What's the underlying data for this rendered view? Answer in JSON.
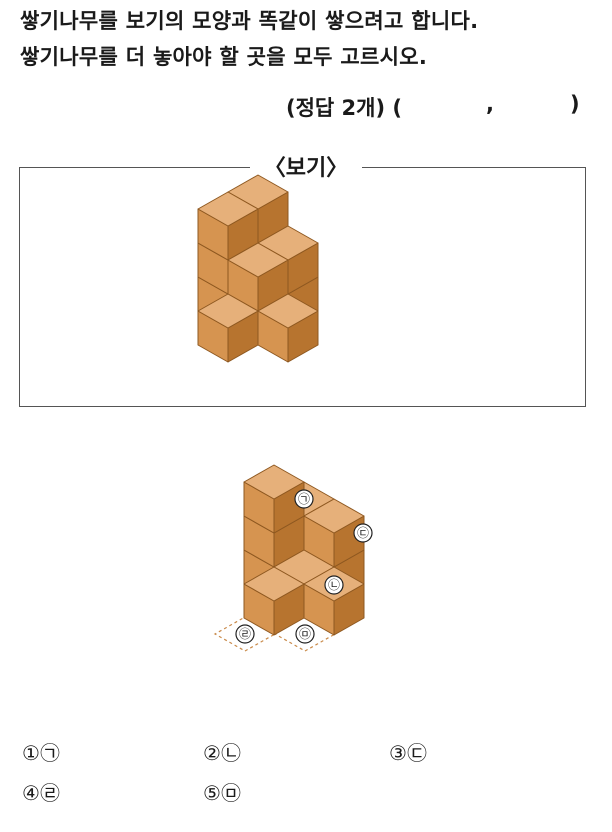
{
  "question": {
    "line1": "쌓기나무를 보기의 모양과 똑같이 쌓으려고 합니다.",
    "line2": "쌓기나무를 더 놓아야 할 곳을 모두 고르시오."
  },
  "answer_prompt": {
    "label": "(정답 2개) (",
    "comma": ",",
    "close": ")"
  },
  "example": {
    "title": "〈보기〉"
  },
  "figure": {
    "labels": [
      "㉠",
      "㉡",
      "㉢",
      "㉣",
      "㉤"
    ]
  },
  "choices": [
    {
      "num": "①",
      "label": "㉠"
    },
    {
      "num": "②",
      "label": "㉡"
    },
    {
      "num": "③",
      "label": "㉢"
    },
    {
      "num": "④",
      "label": "㉣"
    },
    {
      "num": "⑤",
      "label": "㉤"
    }
  ],
  "colors": {
    "cube_top": "#E6B07A",
    "cube_left": "#D69450",
    "cube_right": "#B7742F",
    "cube_edge": "#8E5820",
    "dashed": "#C98A4A"
  }
}
